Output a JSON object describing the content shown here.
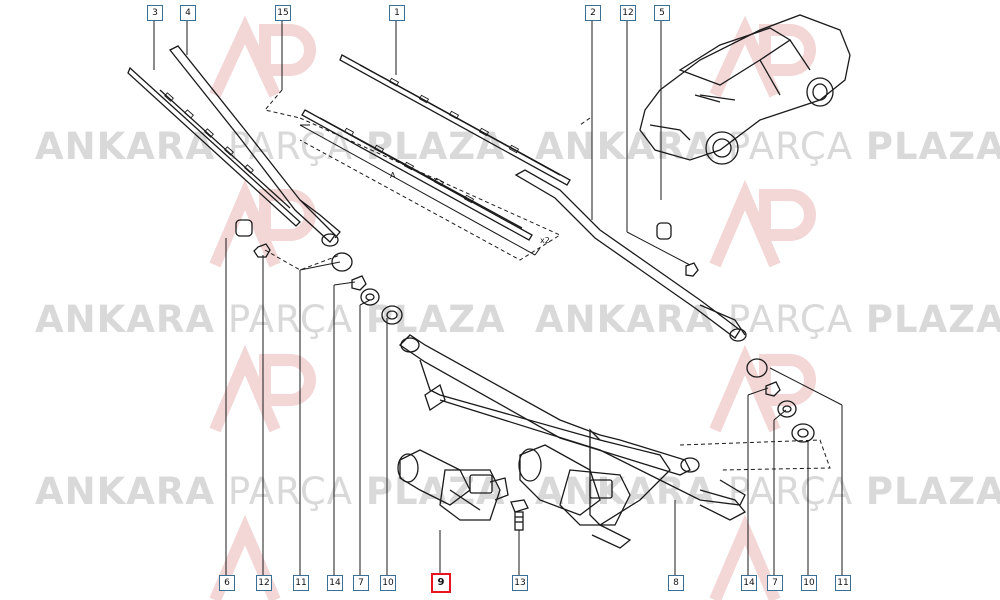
{
  "watermark": {
    "brand": "ANKARA",
    "middle": "PARÇA",
    "tail": "PLAZA",
    "logo_text": "AP"
  },
  "callouts_top": [
    "3",
    "4",
    "15",
    "1",
    "2",
    "12",
    "5"
  ],
  "callouts_bottom": [
    "6",
    "12",
    "11",
    "14",
    "7",
    "10",
    "9",
    "13",
    "8",
    "14",
    "7",
    "10",
    "11"
  ],
  "highlighted_callout": "9",
  "dimension_label": "x2",
  "dimension_mark": "A",
  "colors": {
    "callout_border": "#3a6f95",
    "highlight": "#e8141e",
    "watermark": "#d9d9d9",
    "line": "#1a1a1a"
  }
}
